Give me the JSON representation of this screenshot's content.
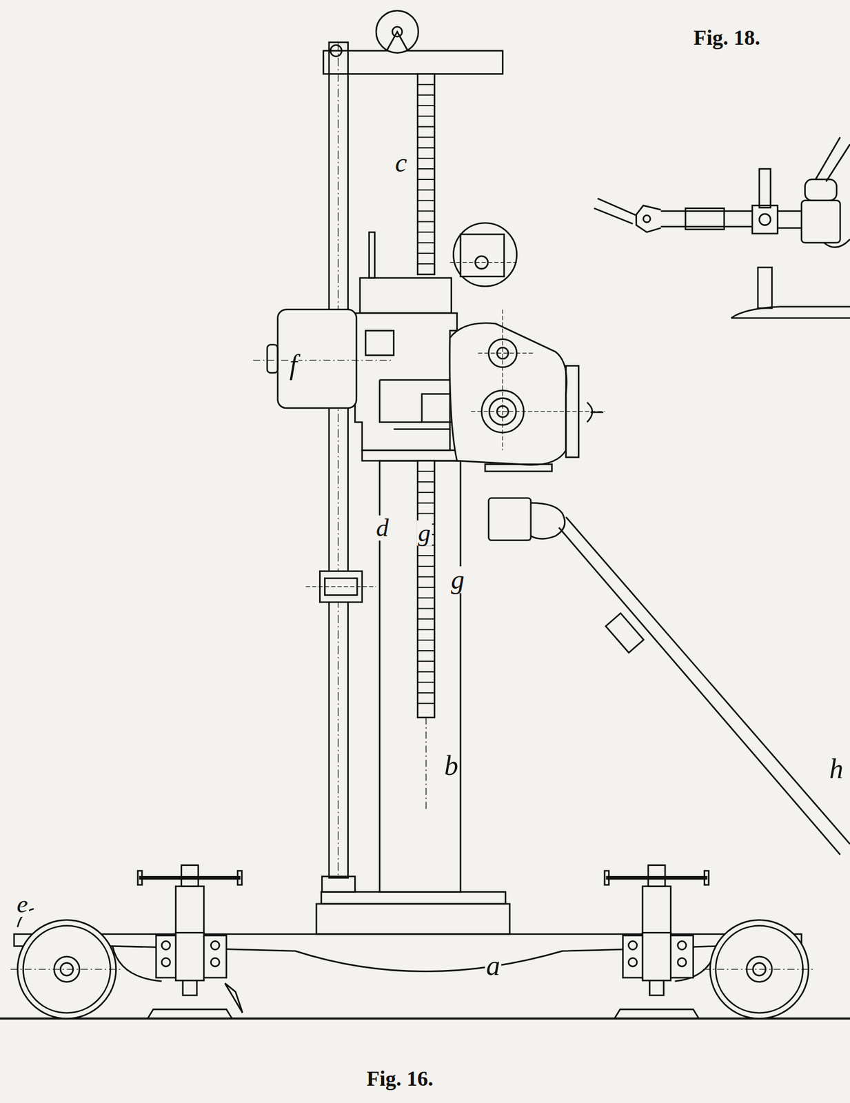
{
  "diagram": {
    "labels": [
      "Fig. 18.",
      "Fig. 16.",
      "c",
      "f",
      "d",
      "g",
      "g",
      "b",
      "a",
      "h",
      "e"
    ]
  }
}
